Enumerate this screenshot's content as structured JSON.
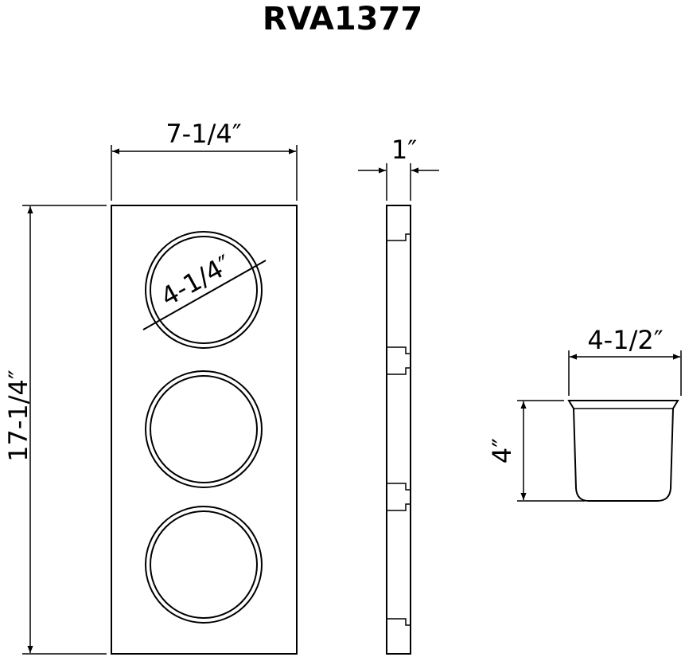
{
  "title": "RVA1377",
  "dimensions": {
    "panel_width": "7-1/4″",
    "panel_height": "17-1/4″",
    "hole_diameter": "4-1/4″",
    "panel_thickness": "1″",
    "cup_width": "4-1/2″",
    "cup_height": "4″"
  }
}
